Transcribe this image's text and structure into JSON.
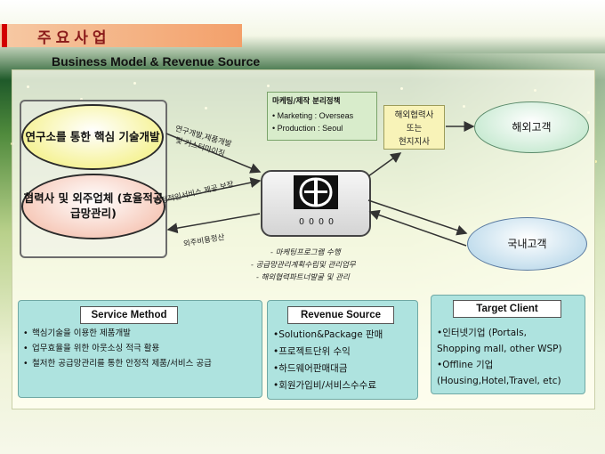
{
  "header": {
    "title": "주요사업",
    "subtitle": "Business Model & Revenue Source"
  },
  "left_nodes": {
    "research": "연구소를 통한 핵심 기술개발",
    "partners": "협력사 및 외주업체 (효율적공급망관리)"
  },
  "marketing_box": {
    "title": "마케팅/제작 분리정책",
    "items": [
      "• Marketing : Overseas",
      "• Production : Seoul"
    ]
  },
  "overseas_partner": {
    "lines": [
      "해외협력사",
      "또는",
      "현지지사"
    ]
  },
  "customers": {
    "overseas": "해외고객",
    "domestic": "국내고객"
  },
  "center": {
    "logo_icon": "company-logo-icon",
    "circles": "OOOO"
  },
  "flow_labels": {
    "top": [
      "연구개발,제품개발",
      "및 커스터마이징"
    ],
    "middle": "안정적인서비스 제공 보장",
    "bottom": "외주비용정산"
  },
  "bottom_notes": [
    "- 마케팅프로그램 수행",
    "- 공급망관리계획수립및 관리업무",
    "- 해외협력파트너발굴 및 관리"
  ],
  "service_method": {
    "title": "Service Method",
    "items": [
      "핵심기술을 이용한 제품개발",
      "업무효율을 위한 아웃소싱 적극 활용",
      "철저한 공급망관리를 통한 안정적 제품/서비스 공급"
    ]
  },
  "revenue_source": {
    "title": "Revenue Source",
    "items": [
      "•Solution&Package 판매",
      "•프로젝트단위 수익",
      "•하드웨어판매대금",
      "•회원가입비/서비스수수료"
    ]
  },
  "target_client": {
    "title": "Target Client",
    "items": [
      "•인터넷기업 (Portals,",
      "Shopping mall, other WSP)",
      "•Offline 기업",
      "(Housing,Hotel,Travel, etc)"
    ]
  },
  "colors": {
    "title_red": "#d20000",
    "card_bg": "#aee3df",
    "green_bg": "#1f5a2a"
  }
}
